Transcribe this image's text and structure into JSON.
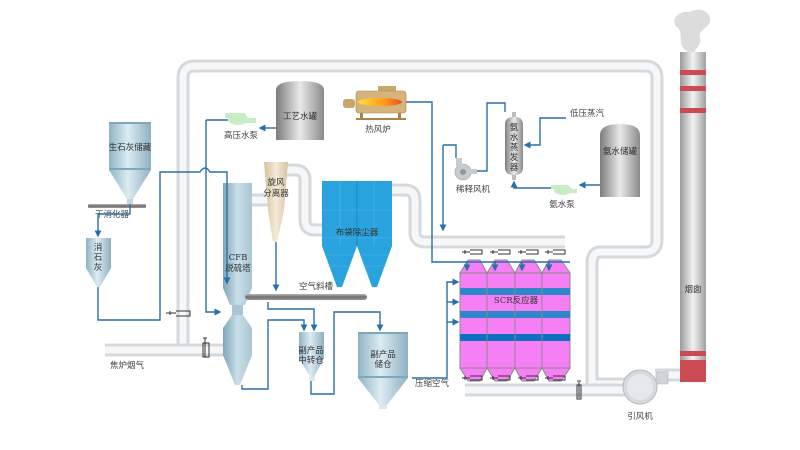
{
  "diagram": {
    "title": "焦炉烟气CFB脱硫+SCR脱硝工艺流程",
    "colors": {
      "flow_line": "#2a6fa8",
      "pipe": "#e8eaec",
      "silo": "#b9d3de",
      "bag_filter": "#29a3de",
      "scr_body": "#f77ff5",
      "scr_band": "#2f86c8",
      "chimney_band": "#cc4b52",
      "cyclone": "#e9d7bd",
      "burner_body": "#c9a66b",
      "pump": "#c8ecc4"
    },
    "equipment": {
      "quicklime_storage": "生石灰储藏",
      "dry_slaker": "干消化器",
      "slaked_lime_l1": "消",
      "slaked_lime_l2": "石",
      "slaked_lime_l3": "灰",
      "coke_oven_gas": "焦炉烟气",
      "cfb_l1": "CFB",
      "cfb_l2": "脱硫塔",
      "cyclone_l1": "旋风",
      "cyclone_l2": "分离器",
      "bag_filter": "布袋除尘器",
      "air_chute": "空气斜槽",
      "byproduct_transfer_l1": "副产品",
      "byproduct_transfer_l2": "中转仓",
      "byproduct_storage_l1": "副产品",
      "byproduct_storage_l2": "储仓",
      "compressed_air": "压缩空气",
      "hp_water_pump": "高压水泵",
      "process_water_tank": "工艺水罐",
      "hot_air_furnace": "热风炉",
      "dilution_fan": "稀释风机",
      "ammonia_evaporator_l1": "氨",
      "ammonia_evaporator_l2": "水",
      "ammonia_evaporator_l3": "蒸",
      "ammonia_evaporator_l4": "发",
      "ammonia_evaporator_l5": "器",
      "low_pressure_steam": "低压蒸汽",
      "ammonia_tank": "氨水储罐",
      "ammonia_pump": "氨水泵",
      "scr_reactor": "SCR反应器",
      "id_fan": "引风机",
      "chimney": "烟囱"
    }
  }
}
